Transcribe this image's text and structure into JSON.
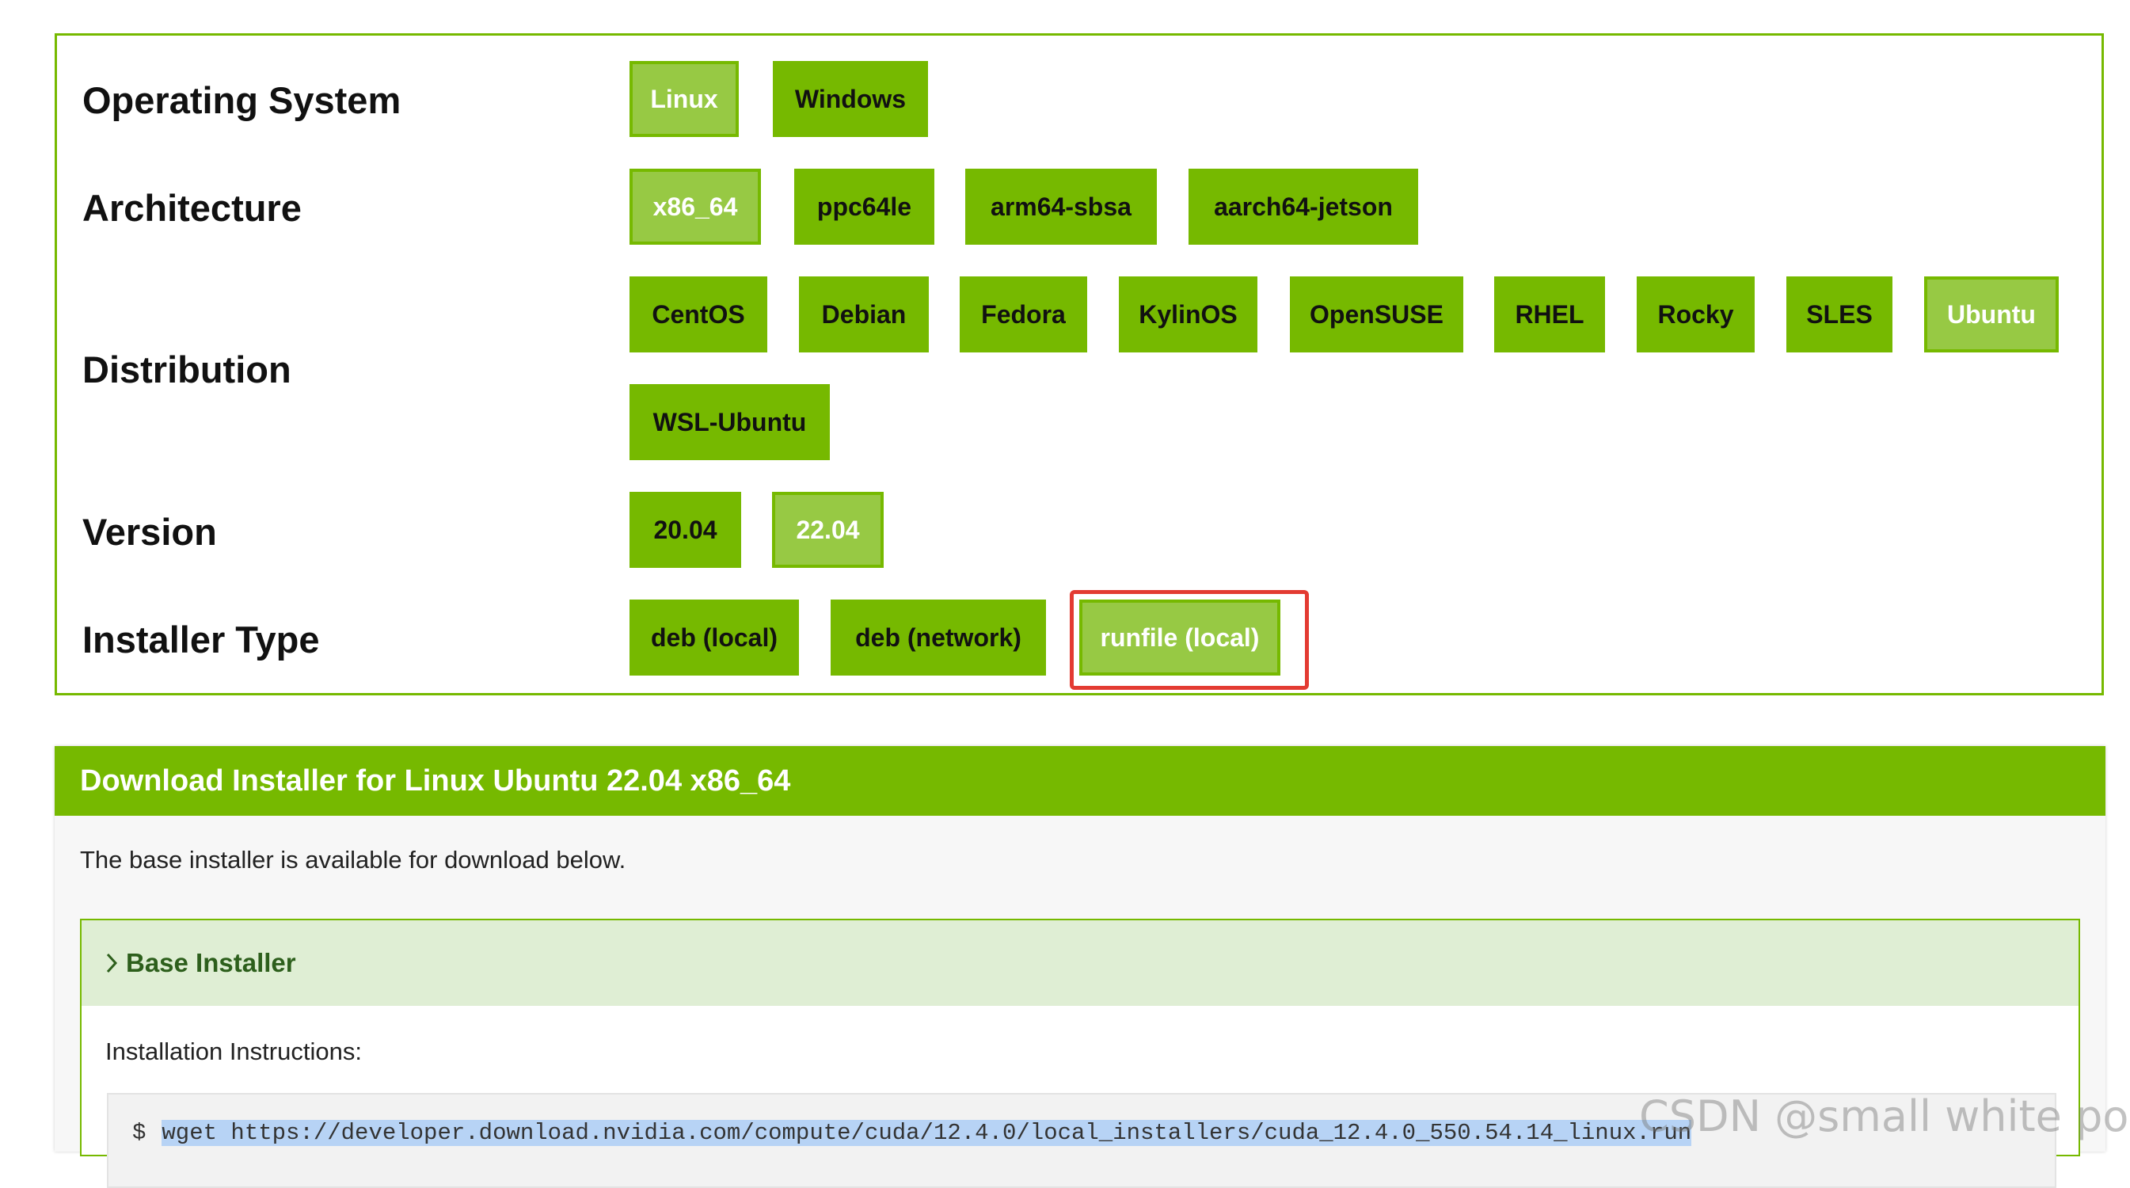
{
  "selector": {
    "rows": [
      {
        "label": "Operating System",
        "options": [
          "Linux",
          "Windows"
        ],
        "selected": "Linux"
      },
      {
        "label": "Architecture",
        "options": [
          "x86_64",
          "ppc64le",
          "arm64-sbsa",
          "aarch64-jetson"
        ],
        "selected": "x86_64"
      },
      {
        "label": "Distribution",
        "options": [
          "CentOS",
          "Debian",
          "Fedora",
          "KylinOS",
          "OpenSUSE",
          "RHEL",
          "Rocky",
          "SLES",
          "Ubuntu",
          "WSL-Ubuntu"
        ],
        "selected": "Ubuntu"
      },
      {
        "label": "Version",
        "options": [
          "20.04",
          "22.04"
        ],
        "selected": "22.04"
      },
      {
        "label": "Installer Type",
        "options": [
          "deb (local)",
          "deb (network)",
          "runfile (local)"
        ],
        "selected": "runfile (local)"
      }
    ]
  },
  "download": {
    "header": "Download Installer for Linux Ubuntu 22.04 x86_64",
    "description": "The base installer is available for download below.",
    "base_installer": {
      "title": "Base Installer",
      "instructions_label": "Installation Instructions:",
      "prompt": "$",
      "command": "wget https://developer.download.nvidia.com/compute/cuda/12.4.0/local_installers/cuda_12.4.0_550.54.14_linux.run"
    }
  },
  "watermark": "CSDN @small white poplar",
  "colors": {
    "nvidia_green": "#76b900",
    "selected_green": "#97c944",
    "highlight_red": "#e33b32",
    "section_header_bg": "#dfeed4"
  },
  "icons": {
    "expand": "chevron-right-icon"
  }
}
